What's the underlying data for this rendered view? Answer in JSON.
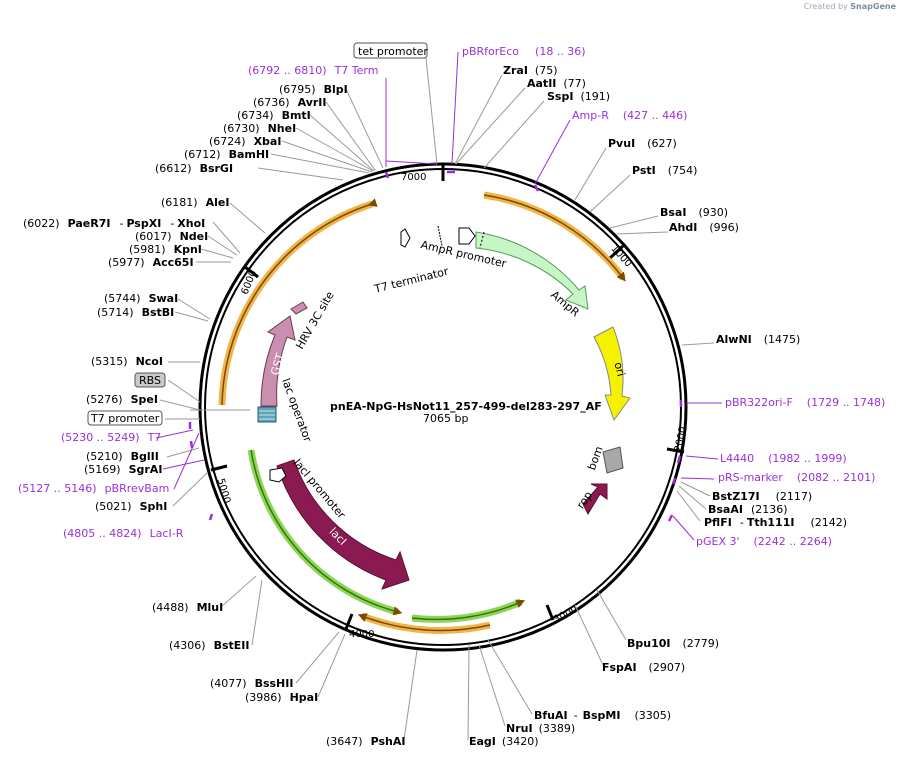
{
  "credit": {
    "prefix": "Created by",
    "brand": "SnapGene"
  },
  "plasmid": {
    "name": "pnEA-NpG-HsNot11_257-499-del283-297_AF",
    "size": "7065 bp"
  },
  "ticks": [
    "1000",
    "2000",
    "3000",
    "4000",
    "5000",
    "6000",
    "7000"
  ],
  "feature_labels": {
    "t7_terminator": "T7 terminator",
    "ampr_promoter": "AmpR promoter",
    "ampr": "AmpR",
    "ori": "ori",
    "bom": "bom",
    "rop": "rop",
    "laci": "lacI",
    "laci_promoter": "lacI promoter",
    "lac_operator": "lac operator",
    "gst": "GST",
    "hrv": "HRV 3C site"
  },
  "boxed_labels": {
    "tet_promoter": "tet promoter",
    "rbs": "RBS",
    "t7_promoter": "T7 promoter"
  },
  "sites": {
    "zrai": {
      "name": "ZraI",
      "pos": "(75)"
    },
    "aatii": {
      "name": "AatII",
      "pos": "(77)"
    },
    "sspi": {
      "name": "SspI",
      "pos": "(191)"
    },
    "pvui": {
      "name": "PvuI",
      "pos": "(627)"
    },
    "psti": {
      "name": "PstI",
      "pos": "(754)"
    },
    "bsai": {
      "name": "BsaI",
      "pos": "(930)"
    },
    "ahdi": {
      "name": "AhdI",
      "pos": "(996)"
    },
    "alwni": {
      "name": "AlwNI",
      "pos": "(1475)"
    },
    "bstz17i": {
      "name": "BstZ17I",
      "pos": "(2117)"
    },
    "bsaai": {
      "name": "BsaAI",
      "pos": "(2136)"
    },
    "pflfi": {
      "name": "PflFI",
      "sep": "-",
      "name2": "Tth111I",
      "pos": "(2142)"
    },
    "bpu10i": {
      "name": "Bpu10I",
      "pos": "(2779)"
    },
    "fspai": {
      "name": "FspAI",
      "pos": "(2907)"
    },
    "bfuai": {
      "name": "BfuAI",
      "sep": "-",
      "name2": "BspMI",
      "pos": "(3305)"
    },
    "nrui": {
      "name": "NruI",
      "pos": "(3389)"
    },
    "eagi": {
      "name": "EagI",
      "pos": "(3420)"
    },
    "pshai": {
      "name": "PshAI",
      "pos": "(3647)"
    },
    "hpai": {
      "name": "HpaI",
      "pos": "(3986)"
    },
    "bsshii": {
      "name": "BssHII",
      "pos": "(4077)"
    },
    "bsteii": {
      "name": "BstEII",
      "pos": "(4306)"
    },
    "mlui": {
      "name": "MluI",
      "pos": "(4488)"
    },
    "sphi": {
      "name": "SphI",
      "pos": "(5021)"
    },
    "sgrai": {
      "name": "SgrAI",
      "pos": "(5169)"
    },
    "bglii": {
      "name": "BglII",
      "pos": "(5210)"
    },
    "spei": {
      "name": "SpeI",
      "pos": "(5276)"
    },
    "ncoi": {
      "name": "NcoI",
      "pos": "(5315)"
    },
    "bstbi": {
      "name": "BstBI",
      "pos": "(5714)"
    },
    "swai": {
      "name": "SwaI",
      "pos": "(5744)"
    },
    "acc65i": {
      "name": "Acc65I",
      "pos": "(5977)"
    },
    "kpni": {
      "name": "KpnI",
      "pos": "(5981)"
    },
    "ndei": {
      "name": "NdeI",
      "pos": "(6017)"
    },
    "paer7i": {
      "name": "PaeR7I",
      "sep1": "-",
      "name2": "PspXI",
      "sep2": "-",
      "name3": "XhoI",
      "pos": "(6022)"
    },
    "alei": {
      "name": "AleI",
      "pos": "(6181)"
    },
    "bsrgi": {
      "name": "BsrGI",
      "pos": "(6612)"
    },
    "bamhi": {
      "name": "BamHI",
      "pos": "(6712)"
    },
    "xbai": {
      "name": "XbaI",
      "pos": "(6724)"
    },
    "nhei": {
      "name": "NheI",
      "pos": "(6730)"
    },
    "bmti": {
      "name": "BmtI",
      "pos": "(6734)"
    },
    "avrii": {
      "name": "AvrII",
      "pos": "(6736)"
    },
    "blpi": {
      "name": "BlpI",
      "pos": "(6795)"
    }
  },
  "primers": {
    "pbrforeco": {
      "name": "pBRforEco",
      "pos": "(18 .. 36)"
    },
    "t7term": {
      "name": "T7 Term",
      "pos": "(6792 .. 6810)"
    },
    "ampr_primer": {
      "name": "Amp-R",
      "pos": "(427 .. 446)"
    },
    "pbr322ori": {
      "name": "pBR322ori-F",
      "pos": "(1729 .. 1748)"
    },
    "l4440": {
      "name": "L4440",
      "pos": "(1982 .. 1999)"
    },
    "prs": {
      "name": "pRS-marker",
      "pos": "(2082 .. 2101)"
    },
    "pgex3": {
      "name": "pGEX 3'",
      "pos": "(2242 .. 2264)"
    },
    "t7": {
      "name": "T7",
      "pos": "(5230 .. 5249)"
    },
    "pbrrevbam": {
      "name": "pBRrevBam",
      "pos": "(5127 .. 5146)"
    },
    "laci_r": {
      "name": "LacI-R",
      "pos": "(4805 .. 4824)"
    }
  },
  "colors": {
    "primer": "#9b30d9",
    "orf_outline": "#e8a23c",
    "laci": "#8b1a50",
    "gst": "#c98fb0",
    "ampr": "#c6f5c6",
    "ori": "#f5f200",
    "bom": "#a8a8a8"
  }
}
